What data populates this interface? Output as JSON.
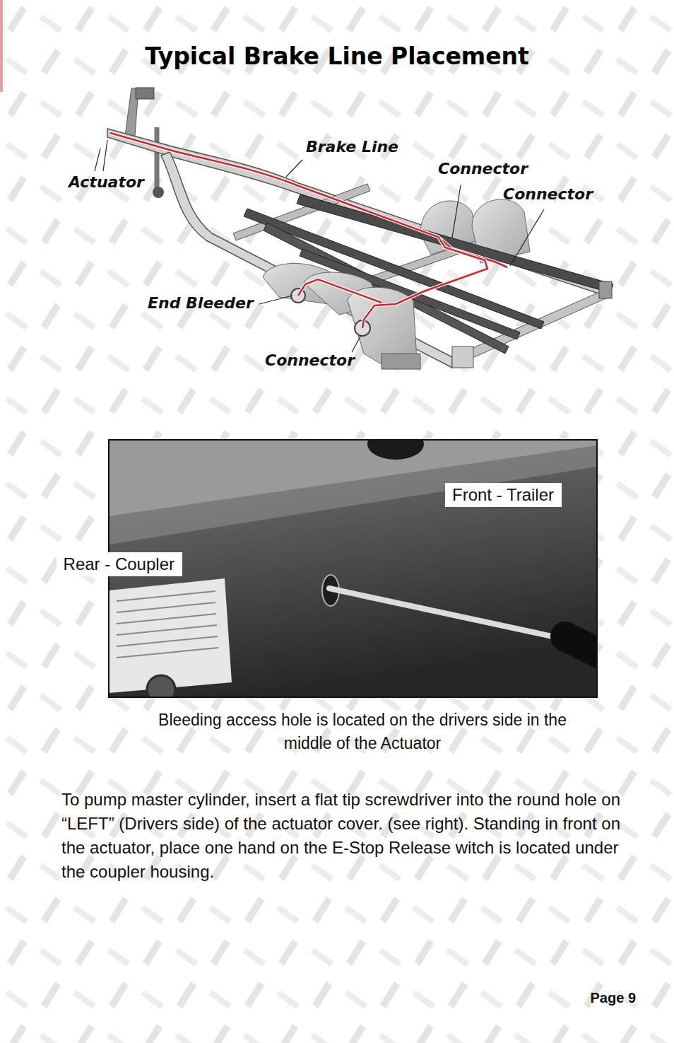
{
  "diagram": {
    "title": "Typical Brake Line Placement",
    "caption": "Bleeding access hole is located on the drivers side in the middle of the Actuator",
    "nodes": [
      {
        "text": [
          "Front - Trailer"
        ]
      },
      {
        "text": [
          "Rear - Coupler"
        ]
      }
    ],
    "labels": [
      "Brake Line",
      "Connector",
      "Actuator",
      "Connector",
      "End Bleeder",
      "Connector",
      "To pump master cylinder, insert a flat tip screwdriver into the round hole on “LEFT” (Drivers side) of the actuator cover. (see right). Standing in front on the actuator, place one hand on the E-Stop Release witch is located under the coupler housing.",
      "Page 9"
    ]
  }
}
